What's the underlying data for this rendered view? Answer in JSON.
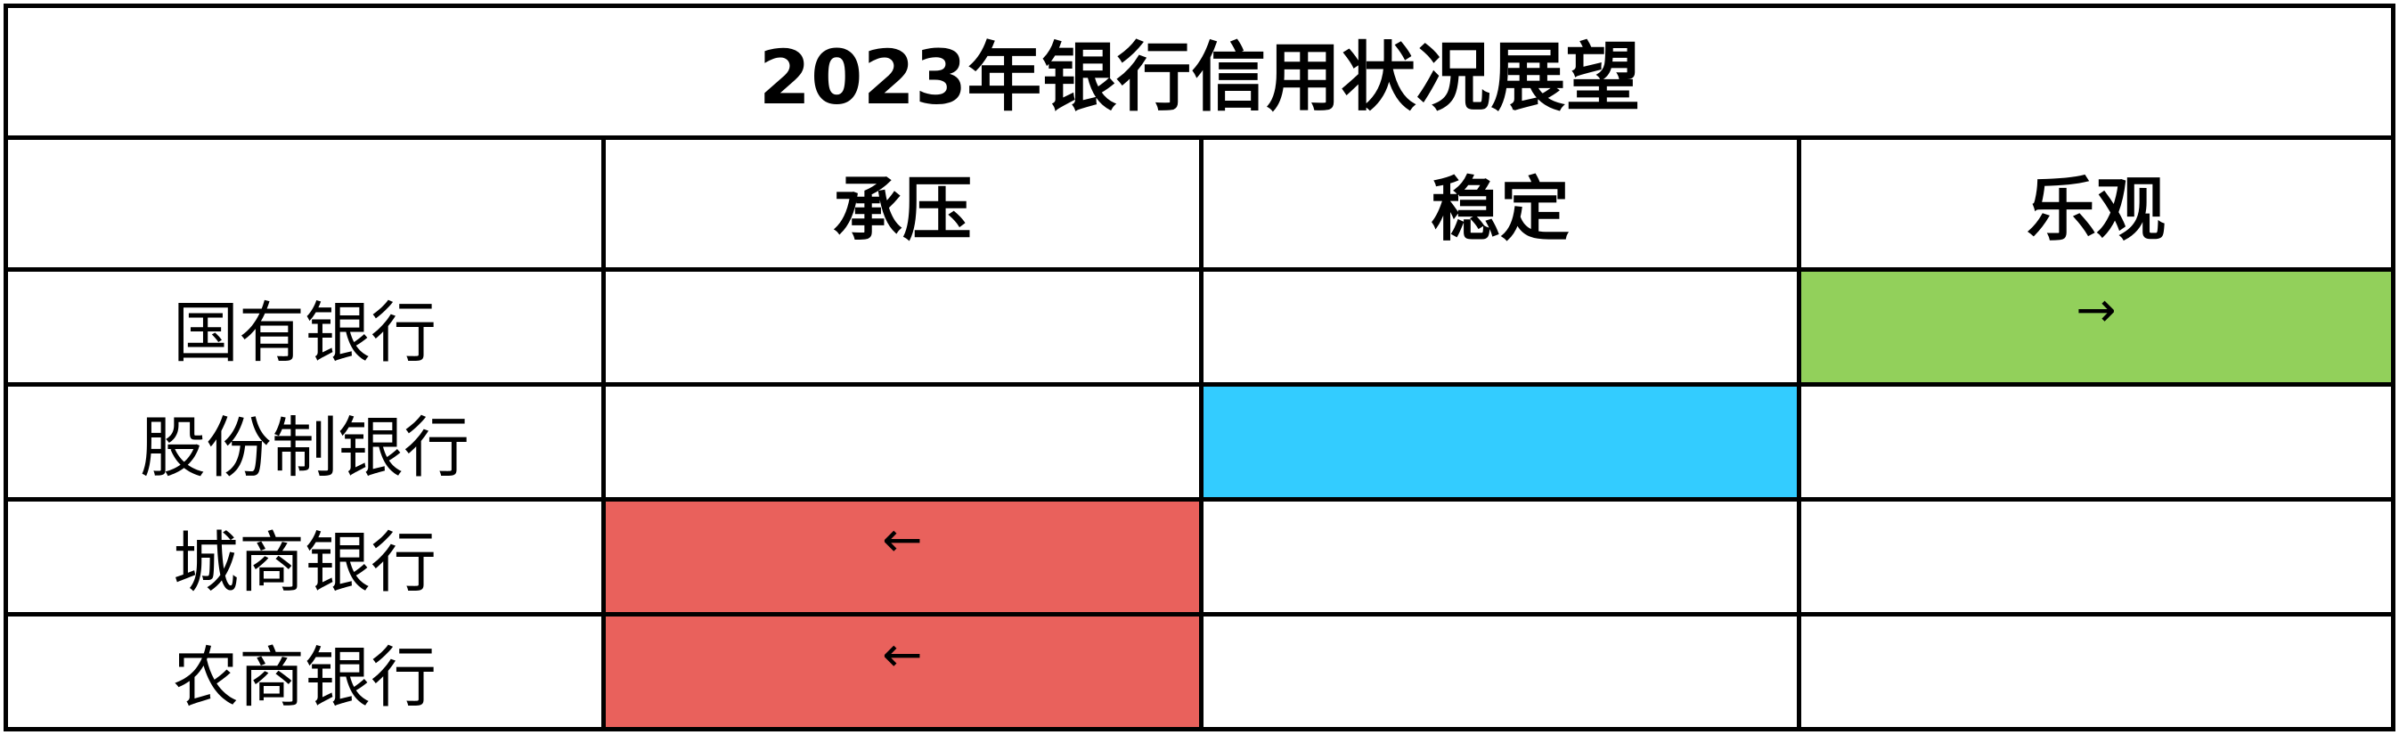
{
  "title": "2023年银行信用状况展望",
  "columns": [
    "",
    "承压",
    "稳定",
    "乐观"
  ],
  "rows": [
    {
      "label": "国有银行",
      "cells": [
        "",
        "",
        "→"
      ],
      "highlight": 2,
      "color": "#92d05b"
    },
    {
      "label": "股份制银行",
      "cells": [
        "",
        "",
        ""
      ],
      "highlight": 1,
      "color": "#33ccff"
    },
    {
      "label": "城商银行",
      "cells": [
        "←",
        "",
        ""
      ],
      "highlight": 0,
      "color": "#e9615c"
    },
    {
      "label": "农商银行",
      "cells": [
        "←",
        "",
        ""
      ],
      "highlight": 0,
      "color": "#e9615c"
    }
  ]
}
